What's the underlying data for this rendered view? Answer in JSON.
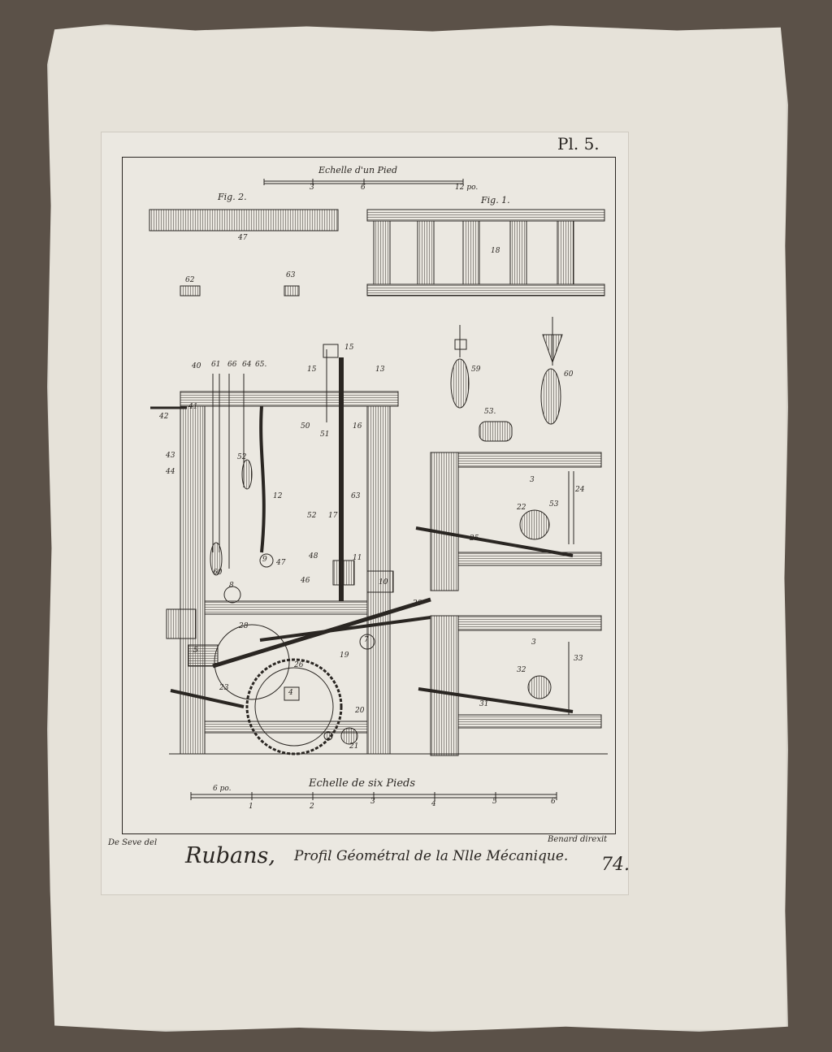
{
  "plate": {
    "number": "Pl. 5.",
    "page_number": "74.",
    "title_main": "Rubans,",
    "title_sub": "Profil Géométral de la Nlle Mécanique.",
    "draughtsman": "De Seve del",
    "engraver": "Benard direxit"
  },
  "scales": {
    "top_title": "Echelle d'un Pied",
    "top_ticks": [
      "3",
      "6",
      "12 po."
    ],
    "bottom_title": "Echelle de six Pieds",
    "bottom_ticks": [
      "6 po.",
      "1",
      "2",
      "3",
      "4",
      "5",
      "6"
    ]
  },
  "figures": {
    "fig1": "Fig. 1.",
    "fig2": "Fig. 2."
  },
  "labels": {
    "n47_top": "47",
    "n18": "18",
    "n62": "62",
    "n63_top": "63",
    "n59": "59",
    "n60_top": "60",
    "n53_top": "53.",
    "n40": "40",
    "n61": "61",
    "n66": "66",
    "n64": "64",
    "n65": "65.",
    "n15a": "15",
    "n15b": "15",
    "n13": "13",
    "n42": "42",
    "n41": "41",
    "n43": "43",
    "n44": "44",
    "n50": "50",
    "n51": "51",
    "n16": "16",
    "n52": "52",
    "n12": "12",
    "n63_mid": "63",
    "n52b": "52",
    "n17": "17",
    "n60_mid": "60",
    "n9": "9",
    "n47_mid": "47",
    "n48": "48",
    "n46": "46",
    "n11": "11",
    "n10": "10",
    "n8": "8",
    "n29": "29",
    "n28": "28",
    "n7": "7",
    "n5": "5",
    "n19": "19",
    "n26": "26",
    "n4": "4",
    "n23": "23",
    "n20": "20",
    "n21": "21",
    "n3a": "3",
    "n24": "24",
    "n22": "22",
    "n53b": "53",
    "n25": "25",
    "n3b": "3",
    "n33": "33",
    "n32": "32",
    "n31": "31"
  }
}
